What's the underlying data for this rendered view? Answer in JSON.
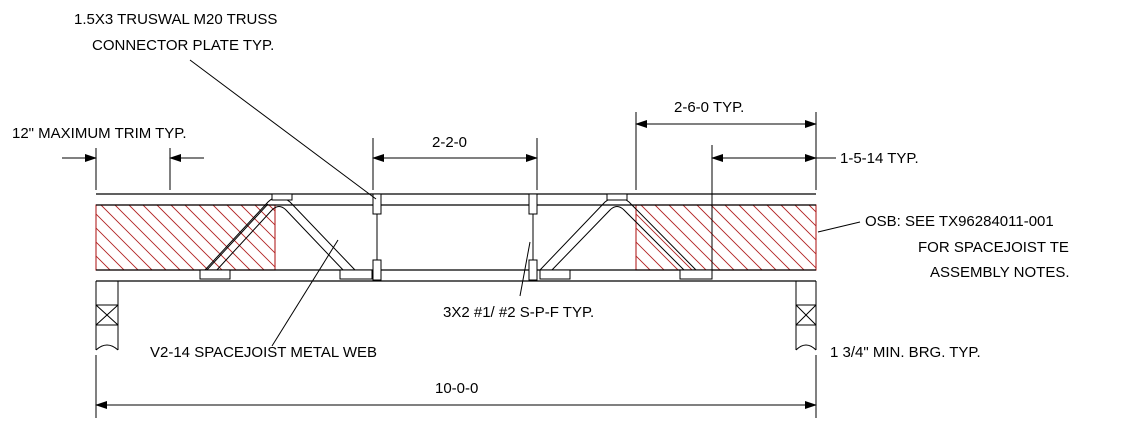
{
  "labels": {
    "connector_plate_line1": "1.5X3 TRUSWAL M20 TRUSS",
    "connector_plate_line2": "CONNECTOR PLATE  TYP.",
    "max_trim": "12\" MAXIMUM TRIM TYP.",
    "panel_spacing": "2-2-0",
    "end_spacing": "2-6-0 TYP.",
    "edge_offset": "1-5-14 TYP.",
    "osb_line1": "OSB: SEE TX96284011-001",
    "osb_line2": "FOR  SPACEJOIST TE",
    "osb_line3": "ASSEMBLY NOTES.",
    "lumber": "3X2  #1/ #2 S-P-F TYP.",
    "metal_web": "V2-14  SPACEJOIST METAL WEB",
    "bearing": "1 3/4\" MIN. BRG. TYP.",
    "overall_length": "10-0-0"
  },
  "colors": {
    "line": "#000000",
    "hatch": "#b22222",
    "background": "#ffffff"
  }
}
